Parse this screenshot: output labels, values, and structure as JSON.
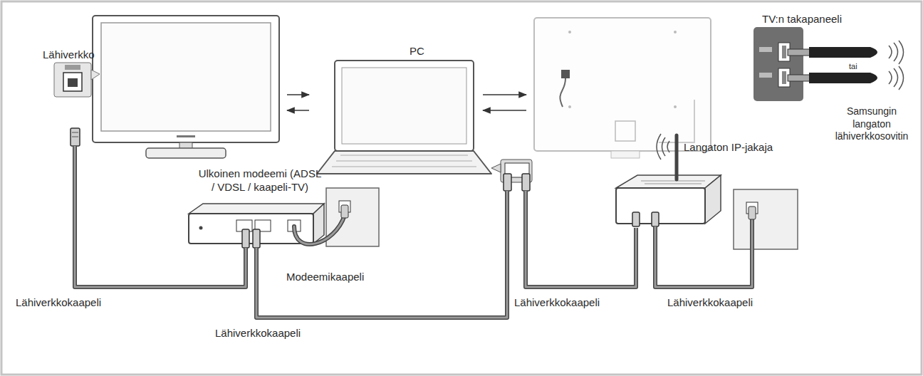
{
  "diagram": {
    "nodes": [
      {
        "text": [
          "Lähiverkko"
        ]
      },
      {
        "text": [
          "PC"
        ]
      },
      {
        "text": [
          "TV:n takapaneeli",
          "tai",
          "Samsungin langaton lähiverkkosovitin"
        ]
      },
      {
        "text": [
          "Ulkoinen modeemi (ADSL / VDSL / kaapeli-TV)"
        ]
      },
      {
        "text": [
          "Langaton IP-jakaja"
        ]
      }
    ],
    "edges": [
      {
        "from": 0,
        "to": 1,
        "arrow": "both"
      },
      {
        "from": 1,
        "to": 2,
        "arrow": "both"
      },
      {
        "from": 0,
        "to": 3,
        "arrow": "none",
        "label": "Lähiverkkokaapeli"
      },
      {
        "from": 3,
        "to": 1,
        "arrow": "none",
        "label": "Lähiverkkokaapeli"
      },
      {
        "from": 1,
        "to": 4,
        "arrow": "none",
        "label": "Lähiverkkokaapeli"
      }
    ],
    "labels": [
      "Modeemikaapeli",
      "Lähiverkkokaapeli"
    ]
  }
}
